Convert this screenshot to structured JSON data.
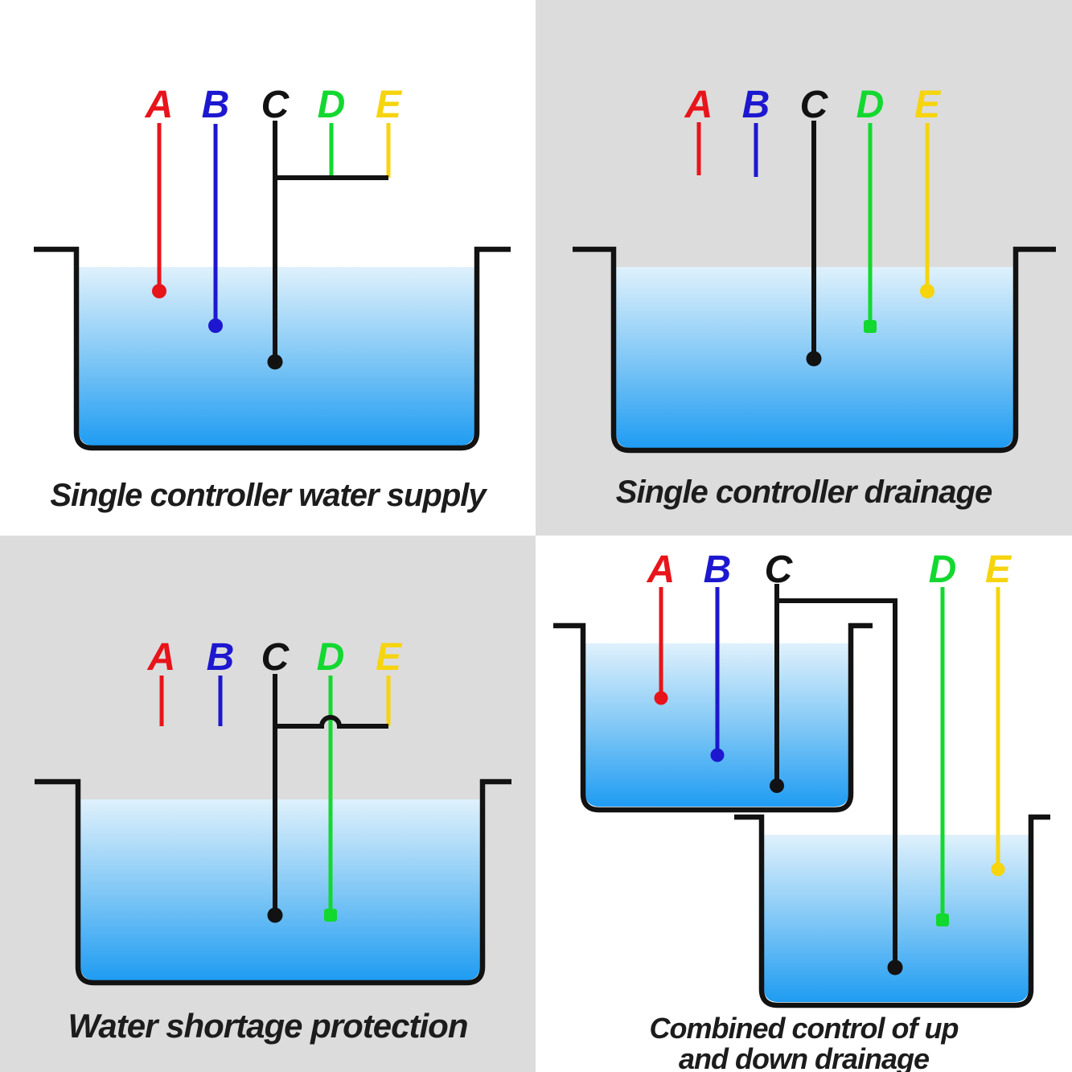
{
  "probe_labels": {
    "a": "A",
    "b": "B",
    "c": "C",
    "d": "D",
    "e": "E"
  },
  "colors": {
    "probe_a": "#e8141b",
    "probe_b": "#1d18cf",
    "probe_c": "#121212",
    "probe_d": "#13d82f",
    "probe_e": "#f6d40e",
    "water_top": "#dff1fc",
    "water_mid": "#79c4f5",
    "water_bottom": "#1f9cf2",
    "tank_outline": "#121212",
    "panel_bg_gray": "#dcdcdc",
    "panel_bg_white": "#ffffff",
    "title_color": "#1c1c1c"
  },
  "panels": {
    "top_left": {
      "title": "Single controller water supply"
    },
    "top_right": {
      "title": "Single controller drainage"
    },
    "bottom_left": {
      "title": "Water shortage protection"
    },
    "bottom_right": {
      "title_line1": "Combined control of up",
      "title_line2": "and down drainage"
    }
  }
}
